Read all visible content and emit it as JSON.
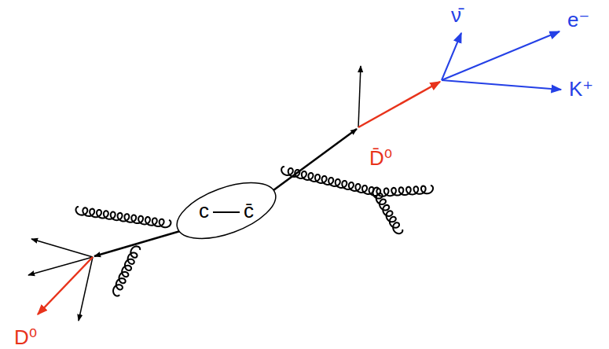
{
  "diagram": {
    "nodes": [
      {
        "text": [
          "c",
          "c̄"
        ]
      }
    ],
    "labels": [
      "D̄⁰",
      "D⁰",
      "ν̄",
      "e⁻",
      "K⁺"
    ]
  }
}
